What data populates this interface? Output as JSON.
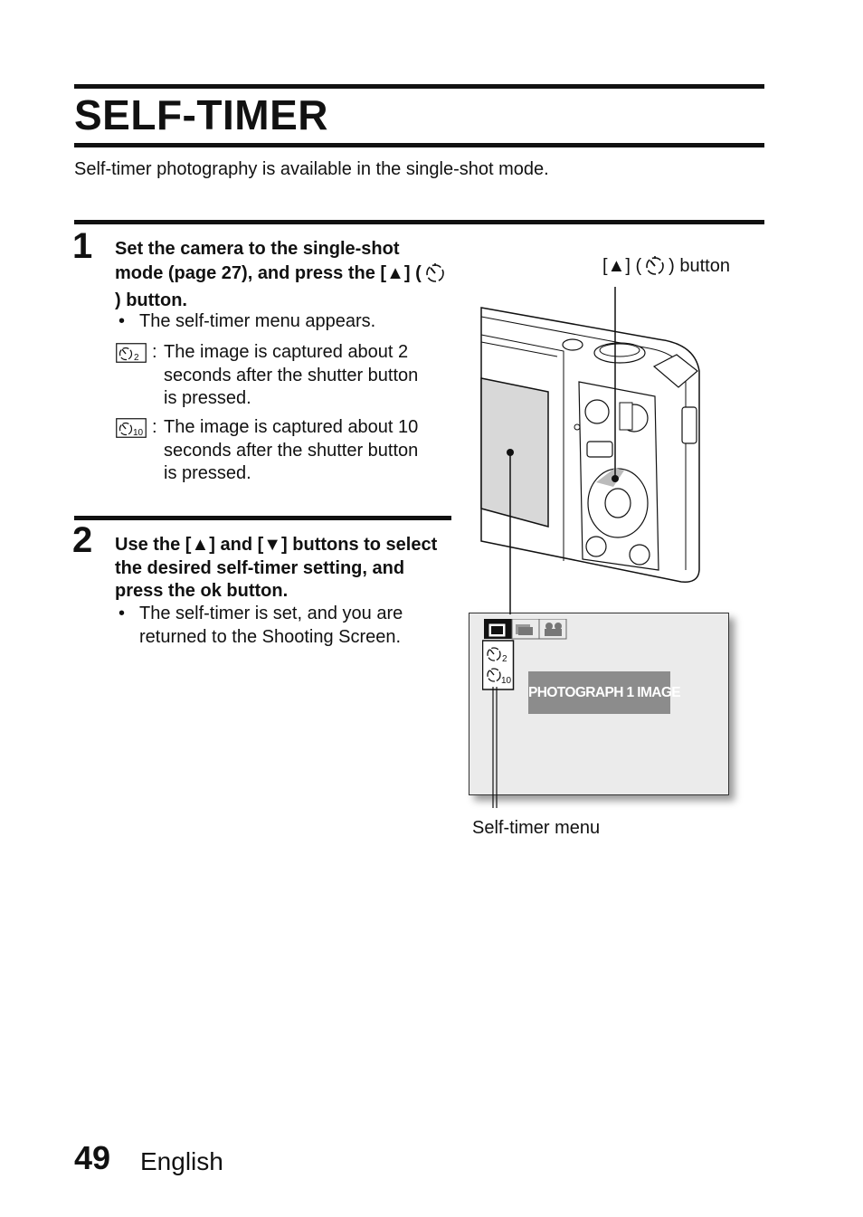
{
  "page": {
    "title": "SELF-TIMER",
    "intro": "Self-timer photography is available in the single-shot mode."
  },
  "step1": {
    "number": "1",
    "instruction_a": "Set the camera to the single-shot mode (page 27), and press the [▲] (",
    "instruction_b": ") button.",
    "bullet": "The self-timer menu appears.",
    "options": [
      {
        "icon": "self-timer-2-icon",
        "subscript": "2",
        "text": "The image is captured about 2 seconds after the shutter button is pressed."
      },
      {
        "icon": "self-timer-10-icon",
        "subscript": "10",
        "text": "The image is captured about 10 seconds after the shutter button is pressed."
      }
    ]
  },
  "step2": {
    "number": "2",
    "instruction": "Use the [▲] and [▼] buttons to select the desired self-timer setting, and press the ok button.",
    "bullet": "The self-timer is set, and you are returned to the Shooting Screen."
  },
  "figure": {
    "button_callout_a": "[▲] (",
    "button_callout_b": ") button",
    "menu_callout": "Self-timer menu",
    "lcd_banner": "PHOTOGRAPH 1 IMAGE",
    "lcd_timer_labels": [
      "2",
      "10"
    ]
  },
  "footer": {
    "page_number": "49",
    "language": "English"
  },
  "bullet_glyph": "•",
  "colon": ":"
}
